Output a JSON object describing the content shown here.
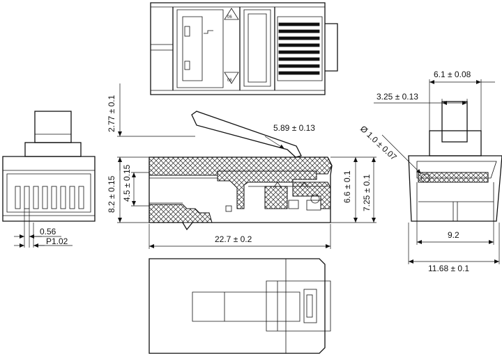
{
  "dimensions": {
    "pitch": "P1.02",
    "contact_width": "0.56",
    "cable_entry_height": "2.77 ± 0.1",
    "overall_height": "8.2 ± 0.15",
    "cable_bore": "4.5 ± 0.15",
    "latch_offset": "5.89 ± 0.13",
    "overall_length": "22.7 ± 0.2",
    "inner_height": "6.6 ± 0.1",
    "body_height": "7.25 ± 0.1",
    "latch_width": "6.1 ± 0.08",
    "latch_tab_width": "3.25 ± 0.13",
    "wire_diameter": "Ø 1.0 ± 0.07",
    "inner_width": "9.2",
    "overall_width": "11.68 ± 0.1"
  },
  "markings": {
    "stamp_top": "06",
    "stamp_bottom": "06"
  }
}
